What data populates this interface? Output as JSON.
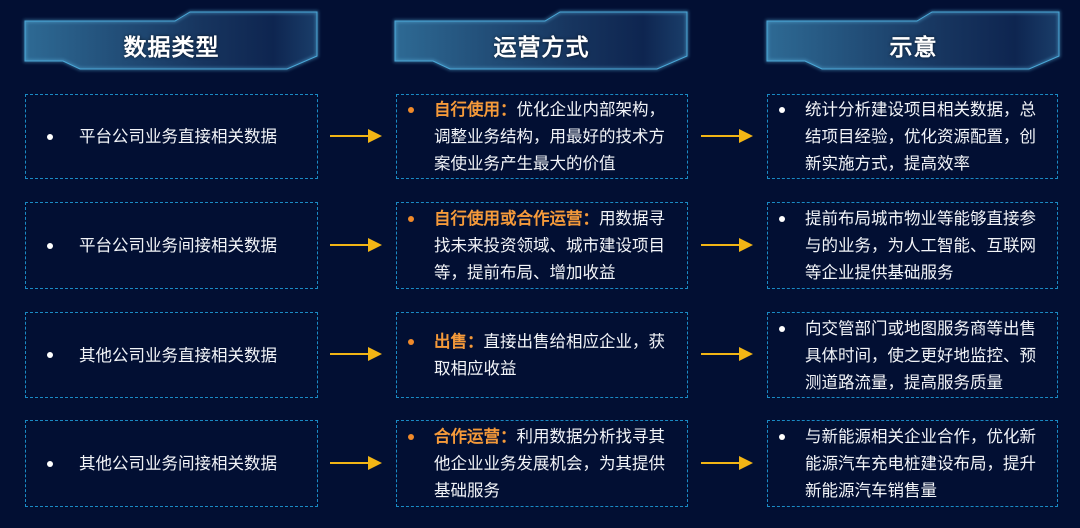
{
  "headers": [
    {
      "label": "数据类型"
    },
    {
      "label": "运营方式"
    },
    {
      "label": "示意"
    }
  ],
  "colors": {
    "background": "#020f33",
    "dashed_border": "#1a8ac4",
    "keyword": "#f59a3a",
    "arrow": "#f2b515",
    "text": "#f2f4f8",
    "header_border": "#4aa8d8"
  },
  "rows": [
    {
      "data_type": "平台公司业务直接相关数据",
      "method_keyword": "自行使用：",
      "method_text": "优化企业内部架构，调整业务结构，用最好的技术方案使业务产生最大的价值",
      "illustration": "统计分析建设项目相关数据，总结项目经验，优化资源配置，创新实施方式，提高效率"
    },
    {
      "data_type": "平台公司业务间接相关数据",
      "method_keyword": "自行使用或合作运营：",
      "method_text": "用数据寻找未来投资领域、城市建设项目等，提前布局、增加收益",
      "illustration": "提前布局城市物业等能够直接参与的业务，为人工智能、互联网等企业提供基础服务"
    },
    {
      "data_type": "其他公司业务直接相关数据",
      "method_keyword": "出售：",
      "method_text": "直接出售给相应企业，获取相应收益",
      "illustration": "向交管部门或地图服务商等出售具体时间，使之更好地监控、预测道路流量，提高服务质量"
    },
    {
      "data_type": "其他公司业务间接相关数据",
      "method_keyword": "合作运营：",
      "method_text": "利用数据分析找寻其他企业业务发展机会，为其提供基础服务",
      "illustration": "与新能源相关企业合作，优化新能源汽车充电桩建设布局，提升新能源汽车销售量"
    }
  ]
}
